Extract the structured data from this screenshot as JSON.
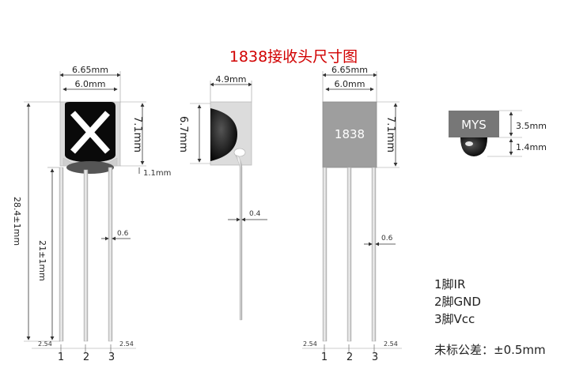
{
  "title": "1838接收头尺寸图",
  "front_view": {
    "width_outer": "6.65mm",
    "width_inner": "6.0mm",
    "height_body": "7.1mm",
    "bottom_offset": "1.1mm",
    "total_height": "28.4±1mm",
    "lead_length": "21±1mm",
    "lead_width": "0.6",
    "pitch_left": "2.54",
    "pitch_right": "2.54",
    "pins": [
      "1",
      "2",
      "3"
    ]
  },
  "side_view": {
    "depth": "4.9mm",
    "height": "6.7mm",
    "lead_thickness": "0.4"
  },
  "back_view": {
    "width_outer": "6.65mm",
    "width_inner": "6.0mm",
    "height_body": "7.1mm",
    "marking": "1838",
    "lead_width": "0.6",
    "pitch_left": "2.54",
    "pitch_right": "2.54",
    "pins": [
      "1",
      "2",
      "3"
    ]
  },
  "top_view": {
    "marking": "MYS",
    "height_body": "3.5mm",
    "height_dome": "1.4mm"
  },
  "pinout": [
    "1脚IR",
    "2脚GND",
    "3脚Vcc"
  ],
  "tolerance": "未标公差：±0.5mm"
}
